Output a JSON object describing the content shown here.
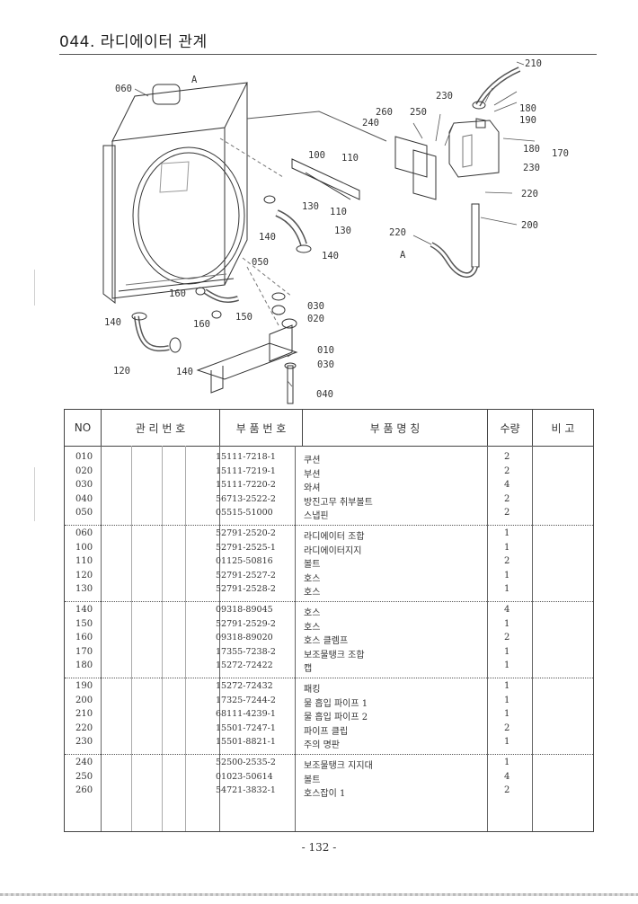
{
  "title": "044. 라디에이터 관계",
  "diagram": {
    "callouts": [
      "060",
      "A",
      "210",
      "180",
      "230",
      "190",
      "260",
      "250",
      "240",
      "180",
      "170",
      "230",
      "100",
      "110",
      "130",
      "110",
      "220",
      "140",
      "130",
      "200",
      "220",
      "A",
      "050",
      "140",
      "030",
      "160",
      "150",
      "020",
      "140",
      "160",
      "010",
      "030",
      "120",
      "140",
      "040"
    ]
  },
  "table": {
    "headers": {
      "no": "NO",
      "management": "관 리 번 호",
      "part_number": "부 품 번 호",
      "part_name": "부   품   명   칭",
      "quantity": "수량",
      "remarks": "비 고"
    },
    "rows": [
      {
        "no": "010",
        "part_number": "15111-7218-1",
        "part_name": "쿠션",
        "qty": "2"
      },
      {
        "no": "020",
        "part_number": "15111-7219-1",
        "part_name": "부션",
        "qty": "2"
      },
      {
        "no": "030",
        "part_number": "15111-7220-2",
        "part_name": "와셔",
        "qty": "4"
      },
      {
        "no": "040",
        "part_number": "56713-2522-2",
        "part_name": "방진고무 취부볼트",
        "qty": "2"
      },
      {
        "no": "050",
        "part_number": "05515-51000",
        "part_name": "스냅핀",
        "qty": "2"
      },
      {
        "no": "060",
        "part_number": "52791-2520-2",
        "part_name": "라디에이터 조합",
        "qty": "1"
      },
      {
        "no": "100",
        "part_number": "52791-2525-1",
        "part_name": "라디에이터지지",
        "qty": "1"
      },
      {
        "no": "110",
        "part_number": "01125-50816",
        "part_name": "볼트",
        "qty": "2"
      },
      {
        "no": "120",
        "part_number": "52791-2527-2",
        "part_name": "호스",
        "qty": "1"
      },
      {
        "no": "130",
        "part_number": "52791-2528-2",
        "part_name": "호스",
        "qty": "1"
      },
      {
        "no": "140",
        "part_number": "09318-89045",
        "part_name": "호스",
        "qty": "4"
      },
      {
        "no": "150",
        "part_number": "52791-2529-2",
        "part_name": "호스",
        "qty": "1"
      },
      {
        "no": "160",
        "part_number": "09318-89020",
        "part_name": "호스 클렘프",
        "qty": "2"
      },
      {
        "no": "170",
        "part_number": "17355-7238-2",
        "part_name": "보조물탱크 조합",
        "qty": "1"
      },
      {
        "no": "180",
        "part_number": "15272-72422",
        "part_name": "캡",
        "qty": "1"
      },
      {
        "no": "190",
        "part_number": "15272-72432",
        "part_name": "패킹",
        "qty": "1"
      },
      {
        "no": "200",
        "part_number": "17325-7244-2",
        "part_name": "물 흡입 파이프 1",
        "qty": "1"
      },
      {
        "no": "210",
        "part_number": "68111-4239-1",
        "part_name": "물 흡입 파이프 2",
        "qty": "1"
      },
      {
        "no": "220",
        "part_number": "15501-7247-1",
        "part_name": "파이프 클립",
        "qty": "2"
      },
      {
        "no": "230",
        "part_number": "15501-8821-1",
        "part_name": "주의 명판",
        "qty": "1"
      },
      {
        "no": "240",
        "part_number": "52500-2535-2",
        "part_name": "보조물탱크 지지대",
        "qty": "1"
      },
      {
        "no": "250",
        "part_number": "01023-50614",
        "part_name": "볼트",
        "qty": "4"
      },
      {
        "no": "260",
        "part_number": "54721-3832-1",
        "part_name": "호스잡이 1",
        "qty": "2"
      }
    ]
  },
  "page_number": "- 132 -"
}
